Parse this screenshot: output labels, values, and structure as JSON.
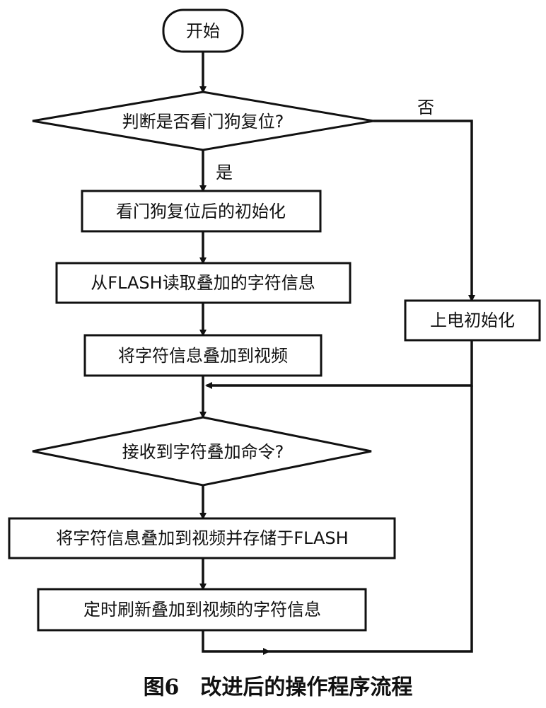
{
  "nodes": {
    "start": "开始",
    "decision_watchdog": "判断是否看门狗复位?",
    "watchdog_init": "看门狗复位后的初始化",
    "read_flash": "从FLASH读取叠加的字符信息",
    "overlay_video": "将字符信息叠加到视频",
    "power_on_init": "上电初始化",
    "decision_command": "接收到字符叠加命令?",
    "overlay_store": "将字符信息叠加到视频并存储于FLASH",
    "timed_refresh": "定时刷新叠加到视频的字符信息"
  },
  "edges": {
    "yes": "是",
    "no": "否"
  },
  "caption": "图6　改进后的操作程序流程"
}
